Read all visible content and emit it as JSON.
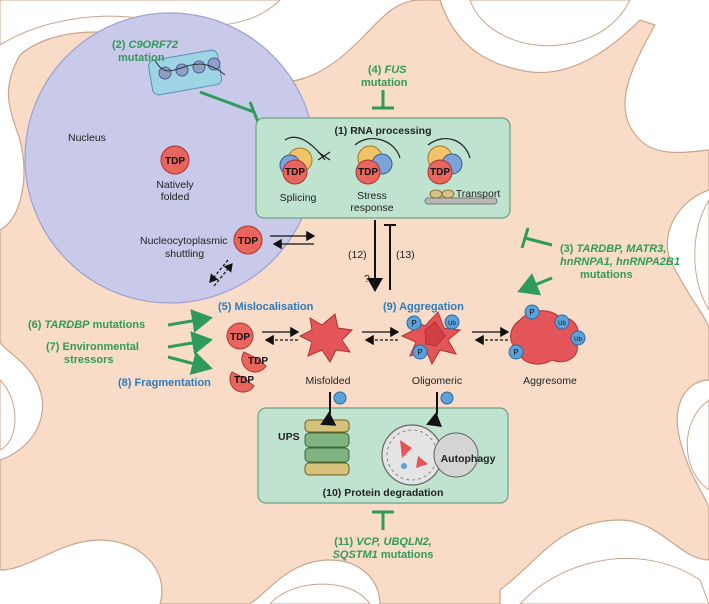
{
  "colors": {
    "cell": "#f9dcc8",
    "cell_outline": "#c9a48c",
    "nucleus": "#c9c9ea",
    "box_fill": "#bfe3cf",
    "box_stroke": "#6aa381",
    "mutation_green": "#2e9a5b",
    "label_blue": "#2b7bbf",
    "tdp_red": "#e9665e",
    "aggregate_red": "#e4555a",
    "phospho_blue": "#5aa2d9"
  },
  "labels": {
    "nucleus": "Nucleus",
    "natively_folded_1": "Natively",
    "natively_folded_2": "folded",
    "nucleocyto_1": "Nucleocytoplasmic",
    "nucleocyto_2": "shuttling",
    "tdp": "TDP",
    "rna_processing": "(1) RNA processing",
    "splicing": "Splicing",
    "stress_1": "Stress",
    "stress_2": "response",
    "transport": "Transport",
    "c9_num": "(2) ",
    "c9_gene": "C9ORF72",
    "c9_mut": "mutation",
    "fus_num": "(4) ",
    "fus_gene": "FUS",
    "fus_mut": "mutation",
    "tardbp3_line1_num": "(3) ",
    "tardbp3_line1_gene": "TARDBP, MATR3,",
    "tardbp3_line2": "hnRNPA1, hnRNPA2B1",
    "tardbp3_line3": "mutations",
    "mislocalisation": "(5) Mislocalisation",
    "aggregation": "(9) Aggregation",
    "tardbp6_num": "(6) ",
    "tardbp6_gene": "TARDBP",
    "tardbp6_mut": " mutations",
    "env_1": "(7) Environmental",
    "env_2": "stressors",
    "fragmentation": "(8) Fragmentation",
    "misfolded": "Misfolded",
    "oligomeric": "Oligomeric",
    "aggresome": "Aggresome",
    "step12": "(12)",
    "step13": "(13)",
    "question": "?",
    "ups": "UPS",
    "autophagy": "Autophagy",
    "protein_degradation": "(10) Protein degradation",
    "vcp_num": "(11) ",
    "vcp_gene": "VCP, UBQLN2,",
    "vcp_line2_gene": "SQSTM1",
    "vcp_line2_mut": " mutations",
    "p": "P",
    "ub": "Ub",
    "ubn": "Ub"
  }
}
